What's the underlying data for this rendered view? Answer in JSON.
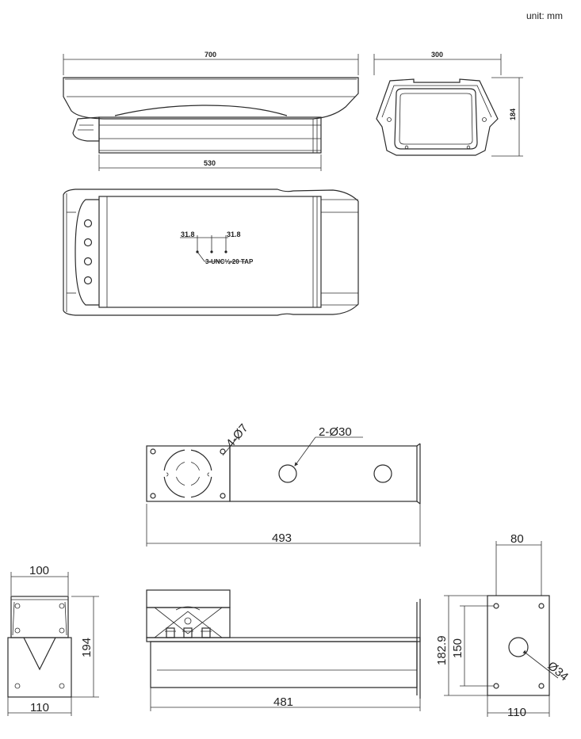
{
  "unit_label": "unit: mm",
  "housing": {
    "side_length": "700",
    "side_bottom_length": "530",
    "front_width": "300",
    "front_height": "184",
    "tap_left": "31.8",
    "tap_right": "31.8",
    "tap_label": "3-UNC¼-20 TAP"
  },
  "bracket": {
    "hole_label_small": "4-Ø7",
    "hole_label_big": "2-Ø30",
    "top_length": "493",
    "left_width": "100",
    "left_height": "194",
    "left_bottom_width": "110",
    "side_length": "481",
    "plate_width": "80",
    "plate_outer_height": "182.9",
    "plate_inner_height": "150",
    "plate_hole": "Ø34",
    "plate_bottom_width": "110"
  }
}
